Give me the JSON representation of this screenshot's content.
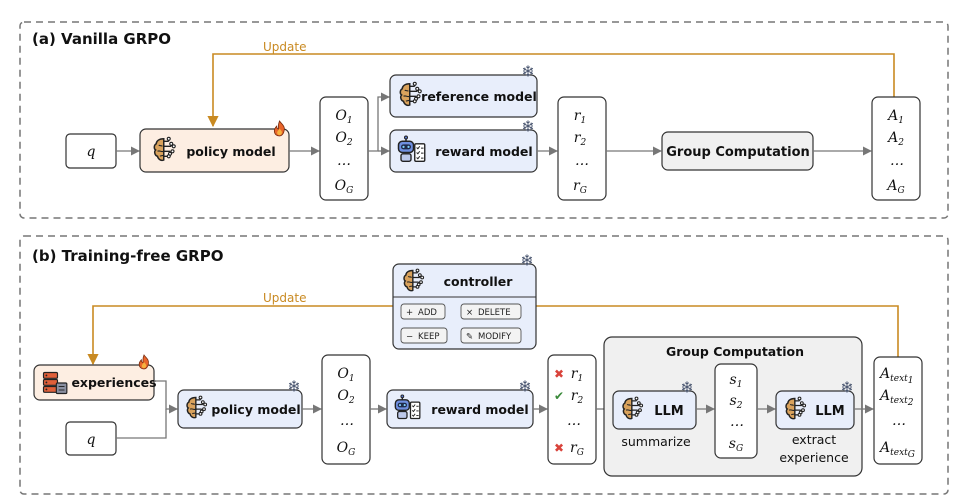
{
  "panel_a": {
    "title": "(a) Vanilla GRPO",
    "update_label": "Update",
    "query": "q",
    "policy_model": "policy model",
    "reference_model": "reference model",
    "reward_model": "reward model",
    "group_computation": "Group Computation",
    "outputs": [
      {
        "base": "O",
        "sub": "1"
      },
      {
        "base": "O",
        "sub": "2"
      },
      {
        "base": "…",
        "sub": ""
      },
      {
        "base": "O",
        "sub": "G"
      }
    ],
    "rewards": [
      {
        "base": "r",
        "sub": "1"
      },
      {
        "base": "r",
        "sub": "2"
      },
      {
        "base": "…",
        "sub": ""
      },
      {
        "base": "r",
        "sub": "G"
      }
    ],
    "advantages": [
      {
        "base": "A",
        "sub": "1"
      },
      {
        "base": "A",
        "sub": "2"
      },
      {
        "base": "…",
        "sub": ""
      },
      {
        "base": "A",
        "sub": "G"
      }
    ]
  },
  "panel_b": {
    "title": "(b) Training-free GRPO",
    "update_label": "Update",
    "controller": "controller",
    "ops": {
      "add": "ADD",
      "delete": "DELETE",
      "keep": "KEEP",
      "modify": "MODIFY"
    },
    "experiences": "experiences",
    "query": "q",
    "policy_model": "policy model",
    "reward_model": "reward model",
    "group_computation": "Group Computation",
    "llm_summarize": "LLM",
    "summarize_caption": "summarize",
    "llm_extract": "LLM",
    "extract_caption_line1": "extract",
    "extract_caption_line2": "experience",
    "outputs": [
      {
        "base": "O",
        "sub": "1"
      },
      {
        "base": "O",
        "sub": "2"
      },
      {
        "base": "…",
        "sub": ""
      },
      {
        "base": "O",
        "sub": "G"
      }
    ],
    "rewards": [
      {
        "base": "r",
        "sub": "1",
        "mark": "cross"
      },
      {
        "base": "r",
        "sub": "2",
        "mark": "check"
      },
      {
        "base": "…",
        "sub": "",
        "mark": ""
      },
      {
        "base": "r",
        "sub": "G",
        "mark": "cross"
      }
    ],
    "summaries": [
      {
        "base": "s",
        "sub": "1"
      },
      {
        "base": "s",
        "sub": "2"
      },
      {
        "base": "…",
        "sub": ""
      },
      {
        "base": "s",
        "sub": "G"
      }
    ],
    "text_advantages": [
      {
        "base": "A",
        "sub": "text",
        "subsub": "1"
      },
      {
        "base": "A",
        "sub": "text",
        "subsub": "2"
      },
      {
        "base": "…",
        "sub": "",
        "subsub": ""
      },
      {
        "base": "A",
        "sub": "text",
        "subsub": "G"
      }
    ]
  },
  "colors": {
    "update_arrow": "#c98a22",
    "model_blue": "#e8eefb",
    "trainable_peach": "#fdeee2",
    "group_gray": "#f0f0f0",
    "flame": "#e8652b",
    "snowflake": "#4a5670",
    "cross": "#d9433b",
    "check": "#3a8a3a"
  },
  "icons": {
    "brain": "brain-circuit-icon",
    "robot": "robot-icon",
    "flame": "flame-icon",
    "snowflake": "snowflake-icon",
    "database": "database-icon"
  }
}
